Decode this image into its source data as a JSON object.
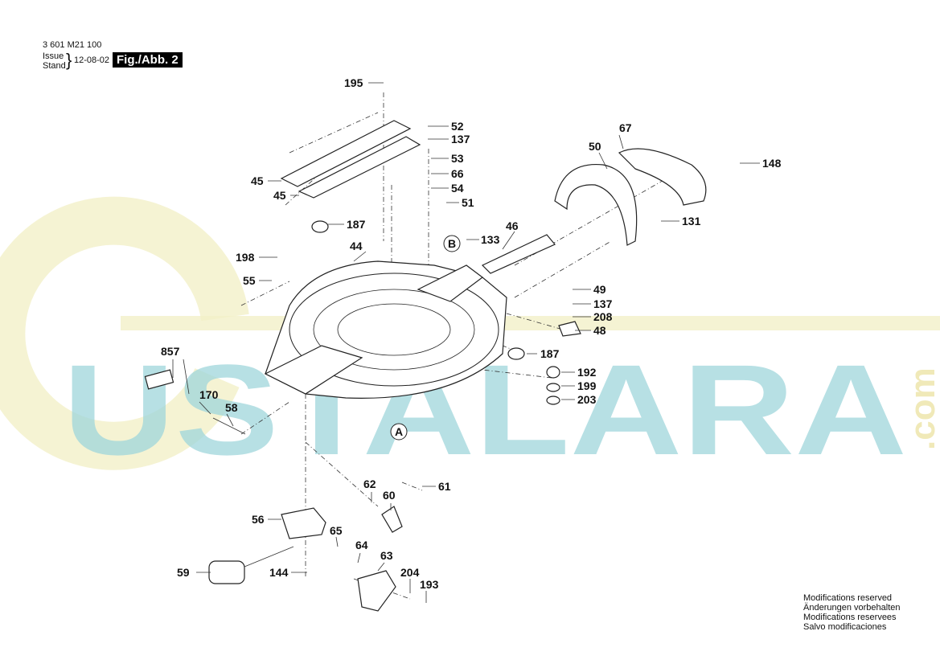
{
  "header": {
    "part_number": "3 601 M21 100",
    "issue_label": "Issue",
    "stand_label": "Stand",
    "date": "12-08-02",
    "figure": "Fig./Abb. 2"
  },
  "modifications": [
    "Modifications reserved",
    "Änderungen vorbehalten",
    "Modifications reservees",
    "Salvo modificaciones"
  ],
  "watermark": {
    "text": "USTALARA",
    "suffix": ".com",
    "color": "#9fd6dc"
  },
  "callouts": [
    "A",
    "B"
  ],
  "part_labels": [
    "195",
    "52",
    "137",
    "53",
    "66",
    "54",
    "51",
    "45",
    "45",
    "187",
    "44",
    "133",
    "46",
    "67",
    "50",
    "148",
    "131",
    "198",
    "55",
    "49",
    "137",
    "208",
    "48",
    "187",
    "192",
    "199",
    "203",
    "857",
    "170",
    "58",
    "62",
    "60",
    "61",
    "56",
    "65",
    "64",
    "63",
    "59",
    "144",
    "204",
    "193"
  ]
}
